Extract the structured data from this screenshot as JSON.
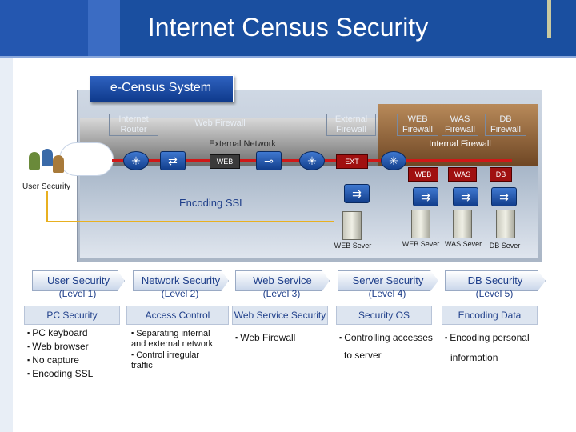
{
  "title": "Internet Census Security",
  "system": {
    "title": "e-Census System",
    "labels": {
      "internet_router": "Internet Router",
      "web_firewall": "Web Firewall",
      "external_firewall": "External Firewall",
      "web_firewall2": "WEB Firewall",
      "was_firewall": "WAS Firewall",
      "db_firewall": "DB Firewall",
      "external_network": "External Network",
      "internal_firewall": "Internal Firewall"
    },
    "tags": {
      "web": "WEB",
      "ext": "EXT",
      "web2": "WEB",
      "was": "WAS",
      "db": "DB"
    },
    "servers": [
      "WEB Sever",
      "WEB Sever",
      "WAS Sever",
      "DB Sever"
    ],
    "user_security": "User Security",
    "encoding_ssl": "Encoding SSL"
  },
  "levels": [
    {
      "title": "User Security",
      "level": "(Level 1)",
      "category": "PC Security",
      "items": [
        "PC keyboard",
        "Web browser",
        "No capture",
        "Encoding SSL"
      ]
    },
    {
      "title": "Network Security",
      "level": "(Level 2)",
      "category": "Access Control",
      "items": [
        "Separating internal and external network",
        "Control irregular traffic"
      ]
    },
    {
      "title": "Web Service",
      "level": "(Level 3)",
      "category": "Web Service Security",
      "items": [
        "Web Firewall"
      ]
    },
    {
      "title": "Server Security",
      "level": "(Level 4)",
      "category": "Security OS",
      "items": [
        "Controlling accesses"
      ],
      "extra": "to server"
    },
    {
      "title": "DB Security",
      "level": "(Level 5)",
      "category": "Encoding Data",
      "items": [
        "Encoding personal"
      ],
      "extra": "information"
    }
  ],
  "colors": {
    "header": "#1a4fa0",
    "network_line": "#d01818",
    "level_text": "#1f3f8a",
    "ssl_line": "#e8b020"
  }
}
